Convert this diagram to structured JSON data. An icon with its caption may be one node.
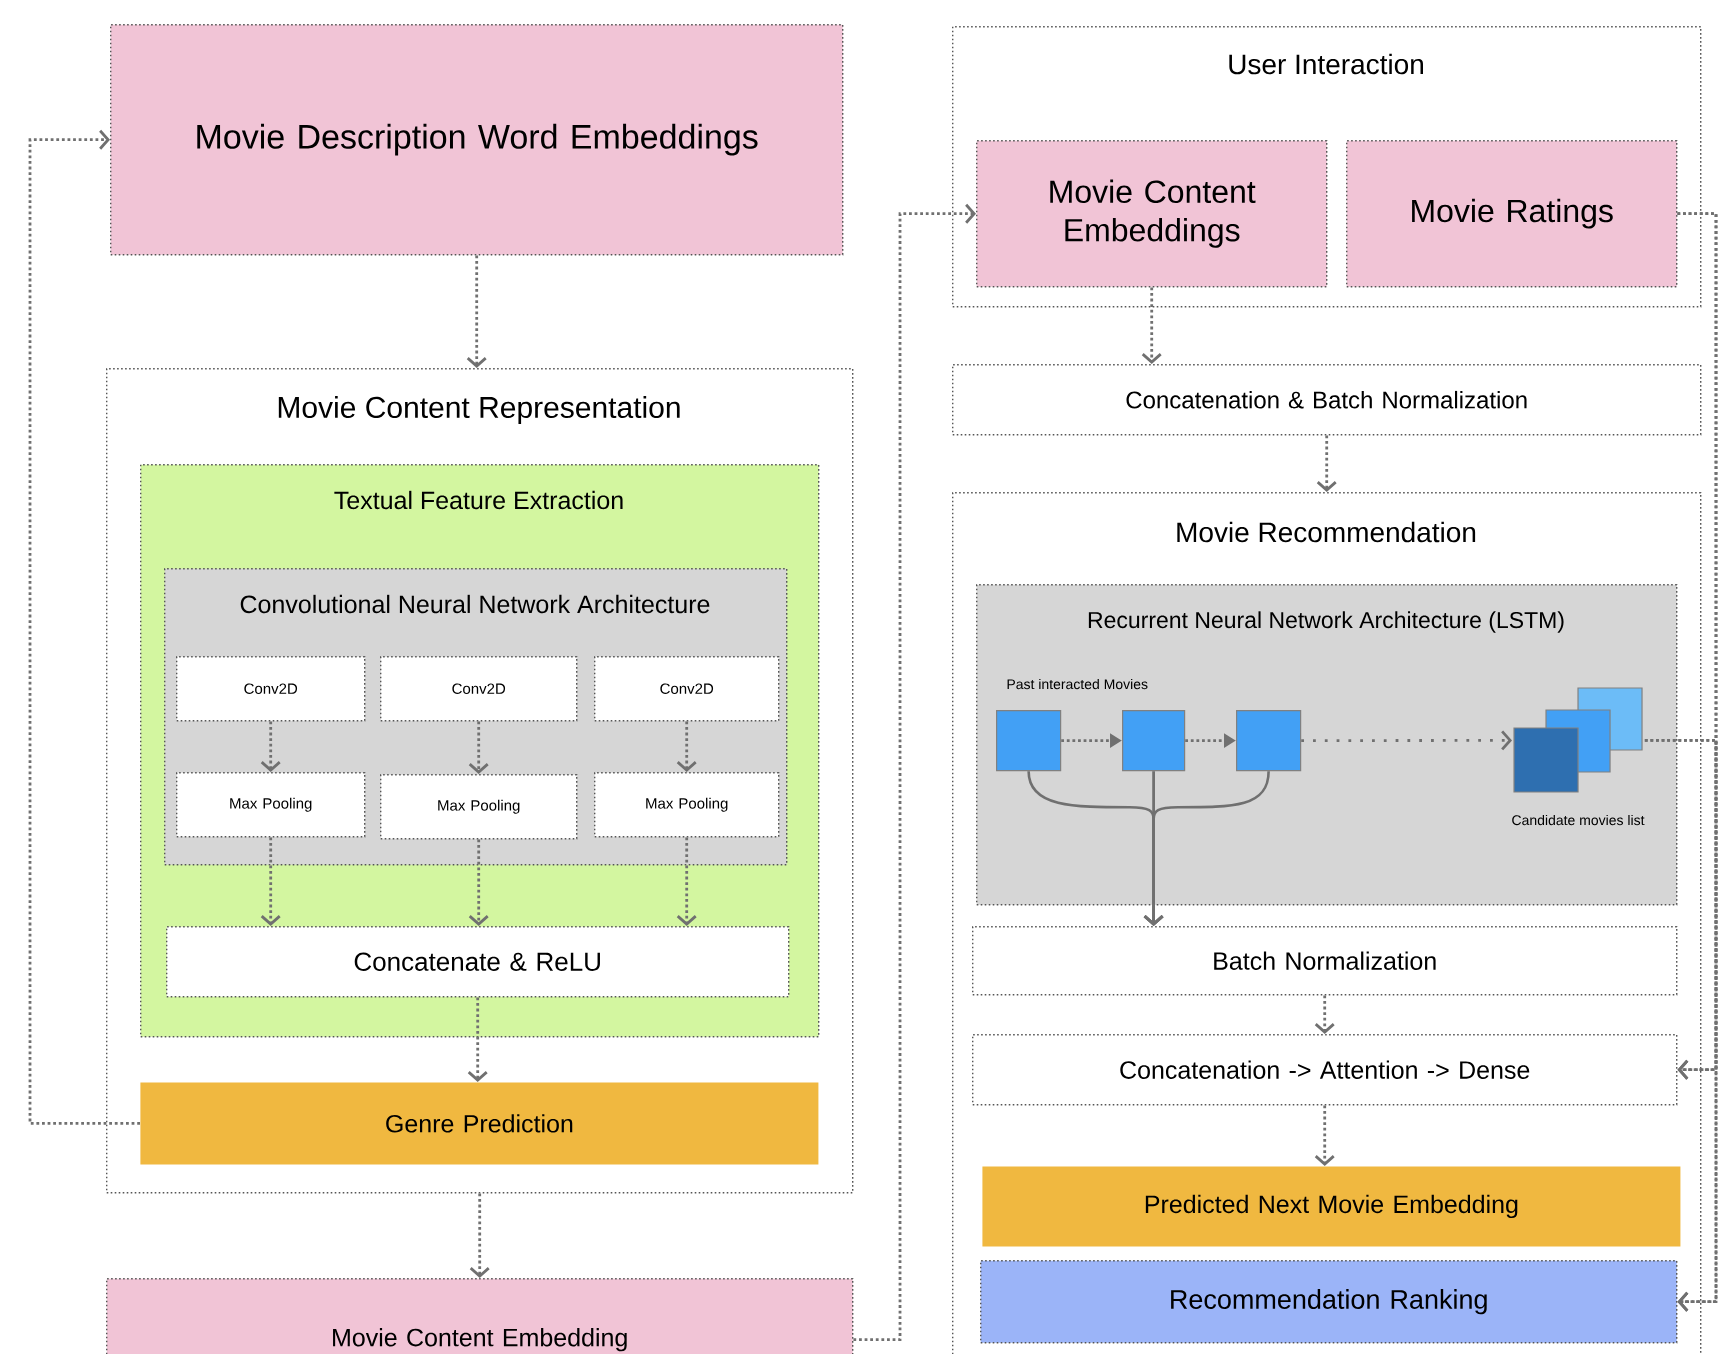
{
  "diagram": {
    "nodes": [
      {
        "text": [
          "Movie Description Word Embeddings"
        ]
      },
      {
        "text": [
          "Movie Content Representation"
        ]
      },
      {
        "text": [
          "Textual Feature Extraction"
        ],
        "in": 1
      },
      {
        "text": [
          "Convolutional Neural Network Architecture"
        ],
        "in": 2
      },
      {
        "text": [
          "Conv2D"
        ],
        "in": 3
      },
      {
        "text": [
          "Conv2D"
        ],
        "in": 3
      },
      {
        "text": [
          "Conv2D"
        ],
        "in": 3
      },
      {
        "text": [
          "Max Pooling"
        ],
        "in": 3
      },
      {
        "text": [
          "Max Pooling"
        ],
        "in": 3
      },
      {
        "text": [
          "Max Pooling"
        ],
        "in": 3
      },
      {
        "text": [
          "Concatenate & ReLU"
        ],
        "in": 2
      },
      {
        "text": [
          "Genre Prediction"
        ],
        "in": 1
      },
      {
        "text": [
          "Movie Content Embedding"
        ]
      },
      {
        "text": [
          "User Interaction"
        ]
      },
      {
        "text": [
          "Movie Content Embeddings"
        ],
        "in": 13
      },
      {
        "text": [
          "Movie Ratings"
        ],
        "in": 13
      },
      {
        "text": [
          "Concatenation & Batch Normalization"
        ]
      },
      {
        "text": [
          "Movie Recommendation"
        ]
      },
      {
        "text": [
          "Recurrent Neural Network Architecture (LSTM)"
        ],
        "in": 17
      },
      {
        "text": [],
        "shape": "box",
        "in": 18
      },
      {
        "text": [],
        "shape": "box",
        "in": 18
      },
      {
        "text": [],
        "shape": "box",
        "in": 18
      },
      {
        "text": [],
        "shape": "picture",
        "in": 18,
        "beside": [
          "Candidate movies list"
        ]
      },
      {
        "text": [
          "Batch Normalization"
        ],
        "in": 17
      },
      {
        "text": [
          "Concatenation -> Attention -> Dense"
        ],
        "in": 17
      },
      {
        "text": [
          "Predicted Next Movie Embedding"
        ],
        "in": 17
      },
      {
        "text": [
          "Recommendation Ranking"
        ],
        "in": 17
      }
    ],
    "edges": [
      {
        "from": 0,
        "to": 1,
        "arrow": "to",
        "style": "dashed"
      },
      {
        "from": 11,
        "to": 0,
        "arrow": "to",
        "style": "dashed"
      },
      {
        "from": 1,
        "to": 12,
        "arrow": "to",
        "style": "dashed"
      },
      {
        "from": 12,
        "to": 14,
        "arrow": "to",
        "style": "dashed"
      },
      {
        "from": 4,
        "to": 7,
        "arrow": "to",
        "style": "dashed"
      },
      {
        "from": 5,
        "to": 8,
        "arrow": "to",
        "style": "dashed"
      },
      {
        "from": 6,
        "to": 9,
        "arrow": "to",
        "style": "dashed"
      },
      {
        "from": 7,
        "to": 10,
        "arrow": "to",
        "style": "dashed"
      },
      {
        "from": 8,
        "to": 10,
        "arrow": "to",
        "style": "dashed"
      },
      {
        "from": 9,
        "to": 10,
        "arrow": "to",
        "style": "dashed"
      },
      {
        "from": 10,
        "to": 11,
        "arrow": "to",
        "style": "dashed"
      },
      {
        "from": 14,
        "to": 16,
        "arrow": "to",
        "style": "dashed"
      },
      {
        "from": 16,
        "to": 17,
        "arrow": "to",
        "style": "dashed"
      },
      {
        "from": 19,
        "to": 20,
        "arrow": "to",
        "style": "dashed"
      },
      {
        "from": 20,
        "to": 21,
        "arrow": "to",
        "style": "dashed"
      },
      {
        "from": 21,
        "to": 22,
        "arrow": "to",
        "style": "dashed"
      },
      {
        "from": 19,
        "to": 23,
        "arrow": "to"
      },
      {
        "from": 20,
        "to": 23,
        "arrow": "to"
      },
      {
        "from": 21,
        "to": 23,
        "arrow": "to"
      },
      {
        "from": 23,
        "to": 24,
        "arrow": "to",
        "style": "dashed"
      },
      {
        "from": 24,
        "to": 25,
        "arrow": "to",
        "style": "dashed"
      },
      {
        "from": 15,
        "to": 24,
        "arrow": "to",
        "style": "dashed"
      },
      {
        "from": 15,
        "to": 26,
        "arrow": "to",
        "style": "dashed"
      },
      {
        "from": 22,
        "to": 24,
        "arrow": "to",
        "style": "dashed"
      },
      {
        "from": 22,
        "to": 26,
        "arrow": "to",
        "style": "dashed"
      }
    ],
    "labels": [
      "Past interacted Movies"
    ]
  }
}
